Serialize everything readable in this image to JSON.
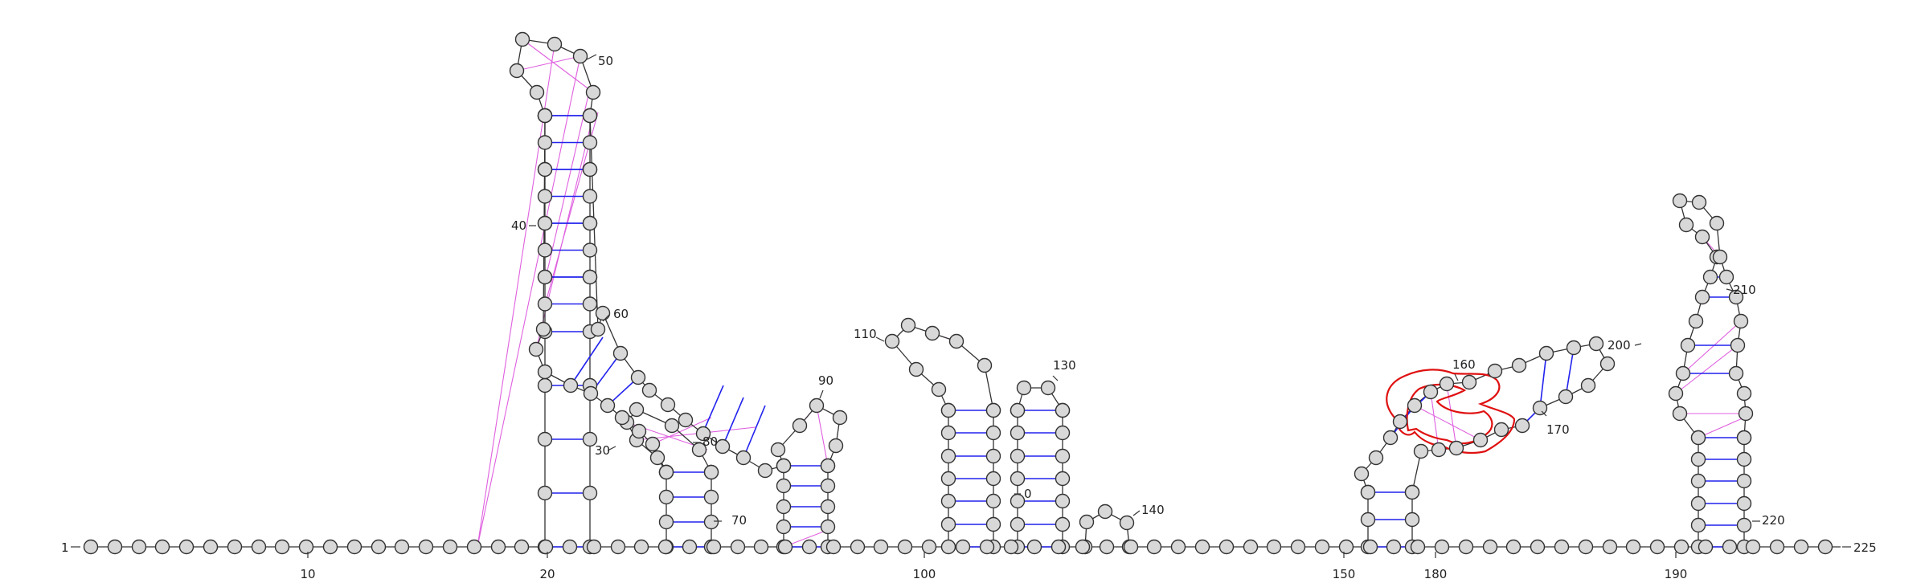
{
  "diagram": {
    "type": "RNA secondary structure (arc / stem-loop layout)",
    "sequence_length": 225,
    "colors": {
      "backbone": "#333333",
      "nucleotide_fill": "#d8d8d8",
      "base_pair": "#2222ee",
      "pseudoknot_pair": "#e060e0",
      "highlight": "#e01010"
    },
    "baseline_ticks": [
      "10",
      "20",
      "100",
      "150",
      "180",
      "190"
    ],
    "structure_labels": [
      "1",
      "30",
      "40",
      "50",
      "60",
      "70",
      "80",
      "90",
      "110",
      "130",
      "0",
      "140",
      "160",
      "170",
      "200",
      "210",
      "220",
      "225"
    ]
  }
}
